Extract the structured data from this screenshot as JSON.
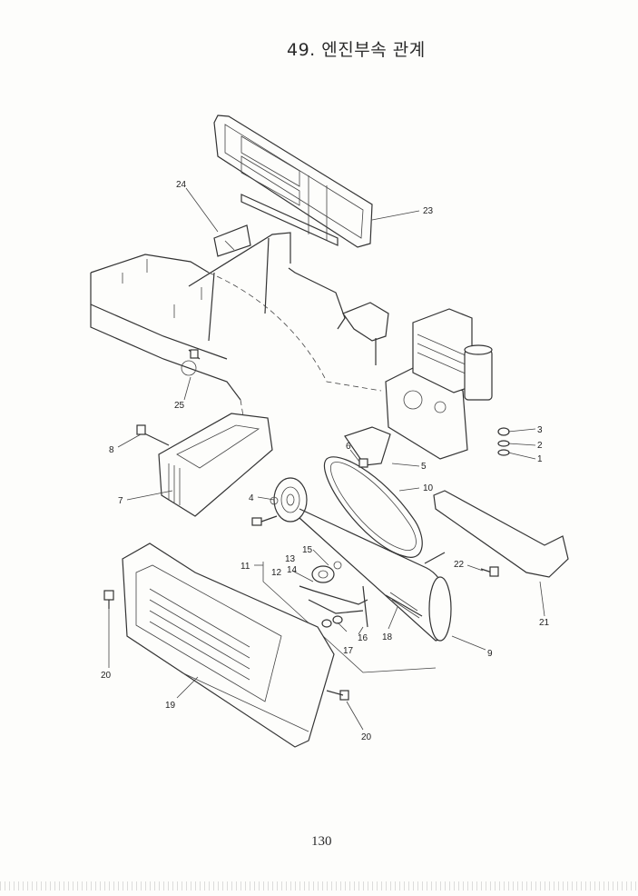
{
  "page": {
    "title": "49. 엔진부속 관계",
    "page_number": "130"
  },
  "parts": {
    "p1": "1",
    "p2": "2",
    "p3": "3",
    "p4": "4",
    "p5": "5",
    "p6": "6",
    "p7": "7",
    "p8": "8",
    "p9": "9",
    "p10": "10",
    "p11": "11",
    "p12": "12",
    "p13": "13",
    "p14": "14",
    "p15": "15",
    "p16": "16",
    "p17": "17",
    "p18": "18",
    "p19": "19",
    "p20a": "20",
    "p20b": "20",
    "p21": "21",
    "p22": "22",
    "p23": "23",
    "p24": "24",
    "p25": "25"
  }
}
